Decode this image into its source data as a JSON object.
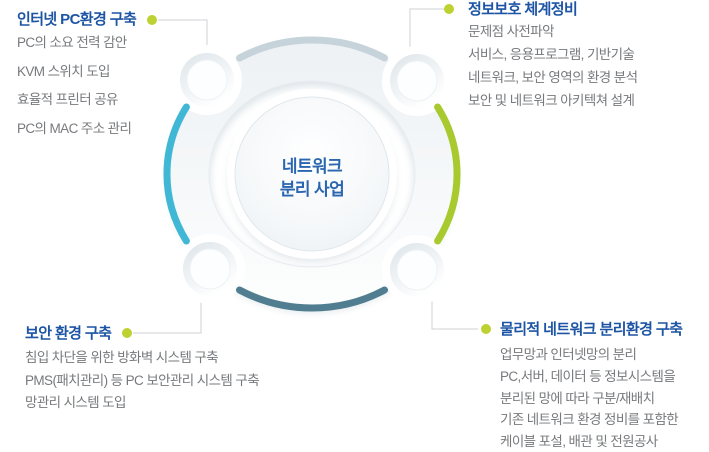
{
  "diagram": {
    "center": {
      "line1": "네트워크",
      "line2": "분리 사업"
    }
  },
  "blocks": {
    "top_left": {
      "title": "인터넷 PC환경 구축",
      "items": [
        "PC의 소요 전력 감안",
        "KVM 스위치 도입",
        "효율적 프린터 공유",
        "PC의 MAC 주소 관리"
      ]
    },
    "top_right": {
      "title": "정보보호 체계정비",
      "items": [
        "문제점 사전파악",
        "서비스, 응용프로그램, 기반기술",
        "네트워크, 보안 영역의 환경 분석",
        "보안 및 네트워크 아키텍쳐 설계"
      ]
    },
    "bottom_left": {
      "title": "보안 환경 구축",
      "items": [
        "침입 차단을 위한 방화벽 시스템 구축",
        "PMS(패치관리) 등 PC 보안관리 시스템 구축",
        "망관리 시스템 도입"
      ]
    },
    "bottom_right": {
      "title": "물리적 네트워크 분리환경 구축",
      "items": [
        "업무망과 인터넷망의 분리",
        "PC,서버, 데이터 등 정보시스템을",
        "분리된 망에 따라 구분/재배치",
        "기존 네트워크 환경 정비를 포함한",
        "케이블 포설, 배관 및 전원공사"
      ]
    }
  },
  "palette": {
    "title_blue": "#1d55a4",
    "body_gray": "#77797c",
    "center_text_blue": "#2b66b0",
    "bullet_green": "#bdd231",
    "connector_gray": "#cdd2d5",
    "arc_top": "#c6d3da",
    "arc_right": "#a8ca2e",
    "arc_bottom": "#507e90",
    "arc_left": "#41b7d6"
  }
}
